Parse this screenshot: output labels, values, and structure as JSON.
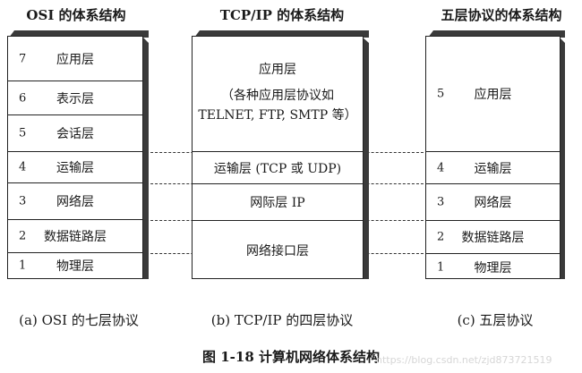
{
  "titles": {
    "osi": "OSI 的体系结构",
    "tcpip": "TCP/IP 的体系结构",
    "five": "五层协议的体系结构"
  },
  "osi_layers": [
    {
      "num": "7",
      "label": "应用层"
    },
    {
      "num": "6",
      "label": "表示层"
    },
    {
      "num": "5",
      "label": "会话层"
    },
    {
      "num": "4",
      "label": "运输层"
    },
    {
      "num": "3",
      "label": "网络层"
    },
    {
      "num": "2",
      "label": "数据链路层"
    },
    {
      "num": "1",
      "label": "物理层"
    }
  ],
  "tcpip_layers": {
    "app_title": "应用层",
    "app_line1": "（各种应用层协议如",
    "app_line2": "TELNET, FTP, SMTP 等）",
    "transport": "运输层 (TCP 或 UDP)",
    "internet": "网际层 IP",
    "netif": "网络接口层"
  },
  "five_layers": [
    {
      "num": "5",
      "label": "应用层"
    },
    {
      "num": "4",
      "label": "运输层"
    },
    {
      "num": "3",
      "label": "网络层"
    },
    {
      "num": "2",
      "label": "数据链路层"
    },
    {
      "num": "1",
      "label": "物理层"
    }
  ],
  "captions": {
    "osi": "(a) OSI 的七层协议",
    "tcpip": "(b) TCP/IP 的四层协议",
    "five": "(c) 五层协议"
  },
  "figure_caption": "图 1-18   计算机网络体系结构",
  "watermark": "https://blog.csdn.net/zjd873721519"
}
